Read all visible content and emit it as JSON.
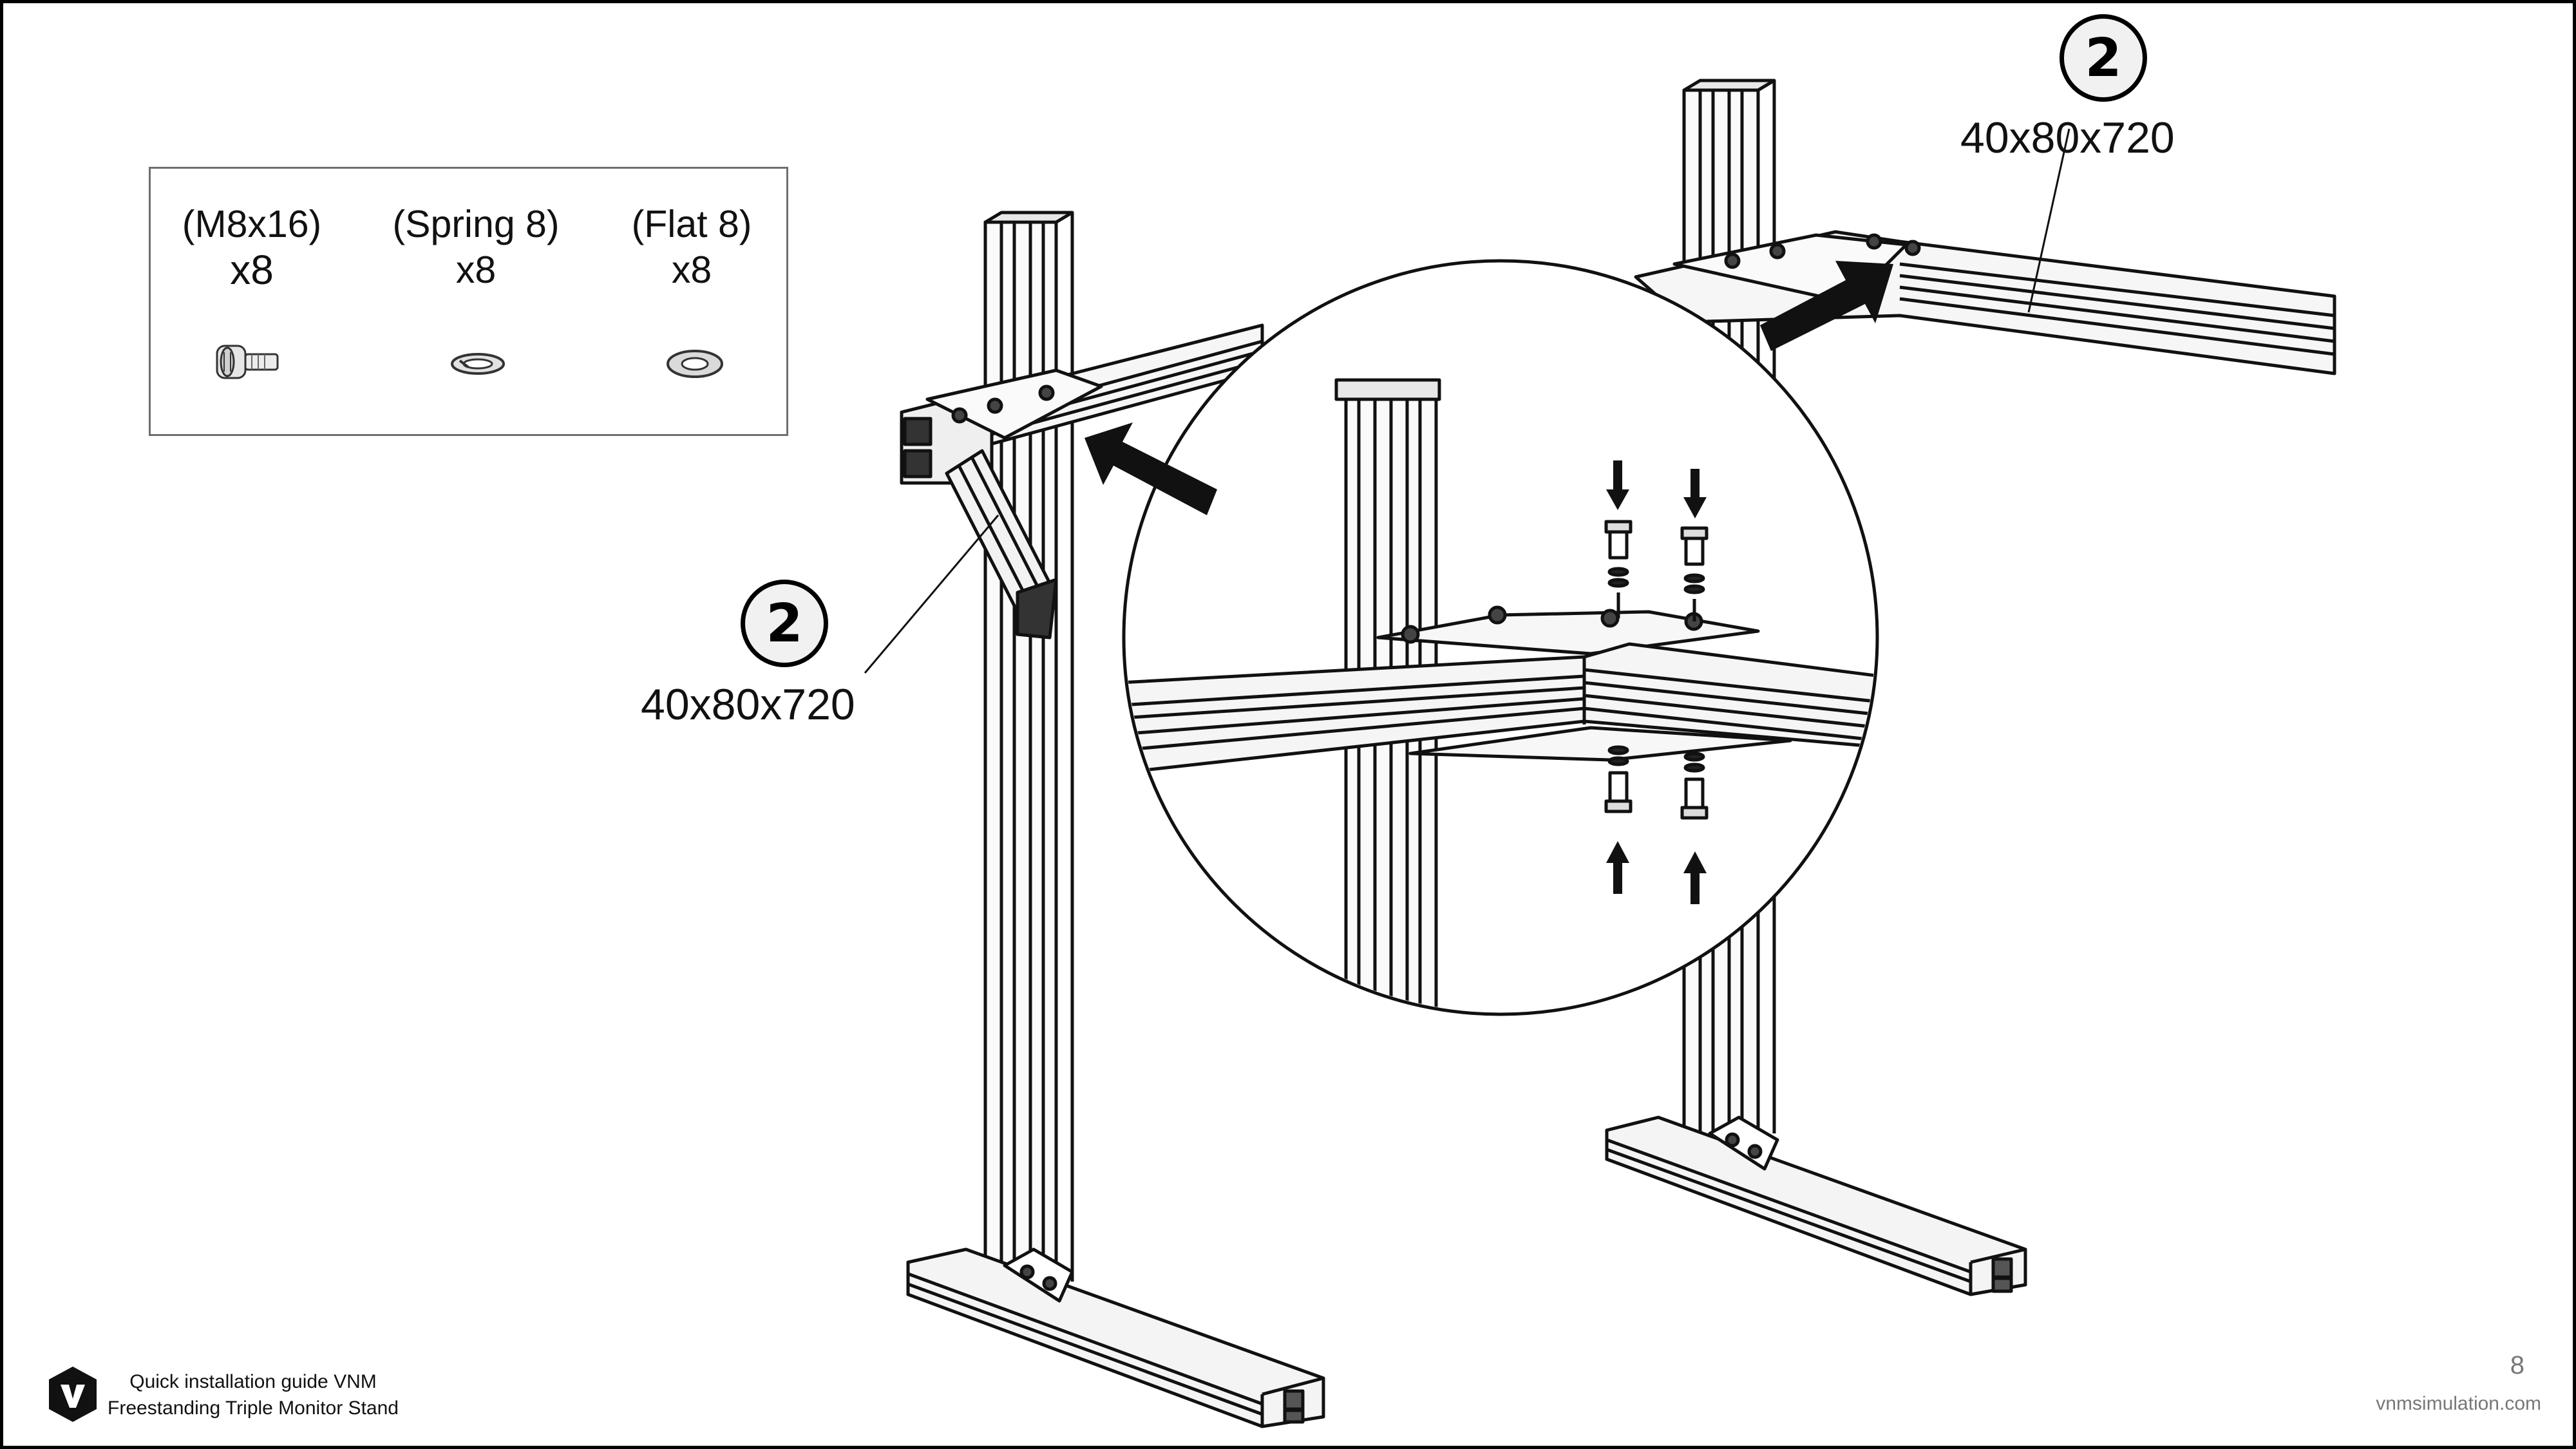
{
  "hardware": [
    {
      "name": "(M8x16)",
      "qty": "x8",
      "icon": "bolt-icon"
    },
    {
      "name": "(Spring 8)",
      "qty": "x8",
      "icon": "spring-washer-icon"
    },
    {
      "name": "(Flat 8)",
      "qty": "x8",
      "icon": "flat-washer-icon"
    }
  ],
  "callouts": [
    {
      "number": "2",
      "label": "40x80x720"
    },
    {
      "number": "2",
      "label": "40x80x720"
    }
  ],
  "footer": {
    "line1": "Quick installation guide VNM",
    "line2": "Freestanding Triple Monitor Stand",
    "page_number": "8",
    "website": "vnmsimulation.com"
  }
}
